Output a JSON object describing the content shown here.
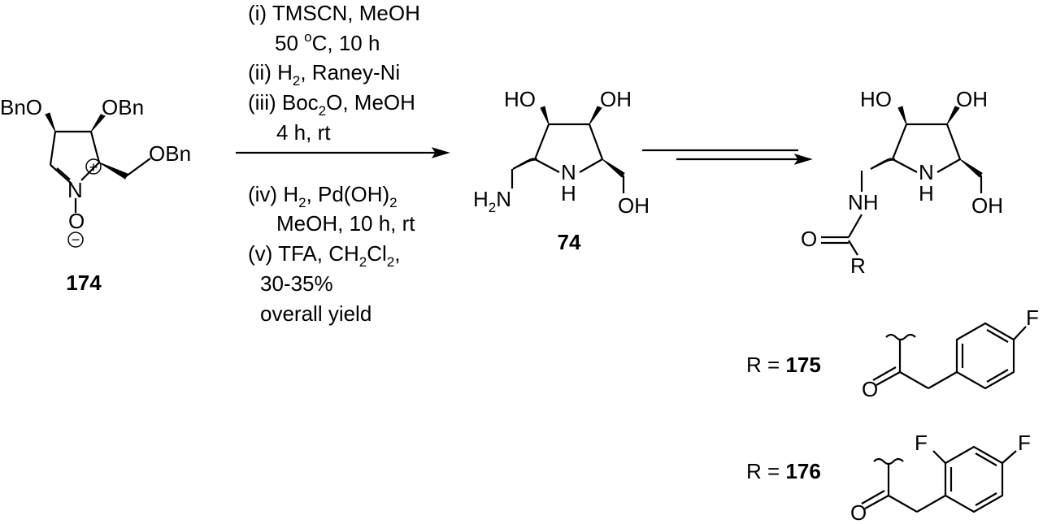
{
  "compounds": {
    "c174": {
      "label": "174",
      "bn1": "BnO",
      "bn2": "OBn",
      "bn3": "OBn",
      "n": "N",
      "o": "O",
      "plus": "+",
      "minus": "−"
    },
    "c74": {
      "label": "74",
      "ho": "HO",
      "oh": "OH",
      "n": "N",
      "h": "H",
      "h2n_h": "H",
      "h2n_2": "2",
      "h2n_n": "N",
      "oh2": "OH"
    },
    "product": {
      "ho": "HO",
      "oh": "OH",
      "nh": "NH",
      "n": "N",
      "h": "H",
      "oh2": "OH",
      "o": "O",
      "r": "R"
    }
  },
  "conditions": {
    "l1": "(i) TMSCN, MeOH",
    "l2_a": "50 ",
    "l2_sup": "o",
    "l2_b": "C, 10 h",
    "l3_a": "(ii) H",
    "l3_sub": "2",
    "l3_b": ", Raney-Ni",
    "l4_a": "(iii) Boc",
    "l4_sub": "2",
    "l4_b": "O, MeOH",
    "l5": "4 h, rt",
    "l6_a": "(iv) H",
    "l6_sub1": "2",
    "l6_b": ", Pd(OH)",
    "l6_sub2": "2",
    "l7": "MeOH, 10 h,  rt",
    "l8_a": "(v) TFA, CH",
    "l8_sub1": "2",
    "l8_b": "Cl",
    "l8_sub2": "2",
    "l8_c": ",",
    "l9": "30-35%",
    "l10": "overall yield"
  },
  "r_groups": [
    {
      "prefix": "R = ",
      "label": "175",
      "o": "O",
      "f": "F"
    },
    {
      "prefix": "R = ",
      "label": "176",
      "o": "O",
      "f1": "F",
      "f2": "F"
    }
  ]
}
